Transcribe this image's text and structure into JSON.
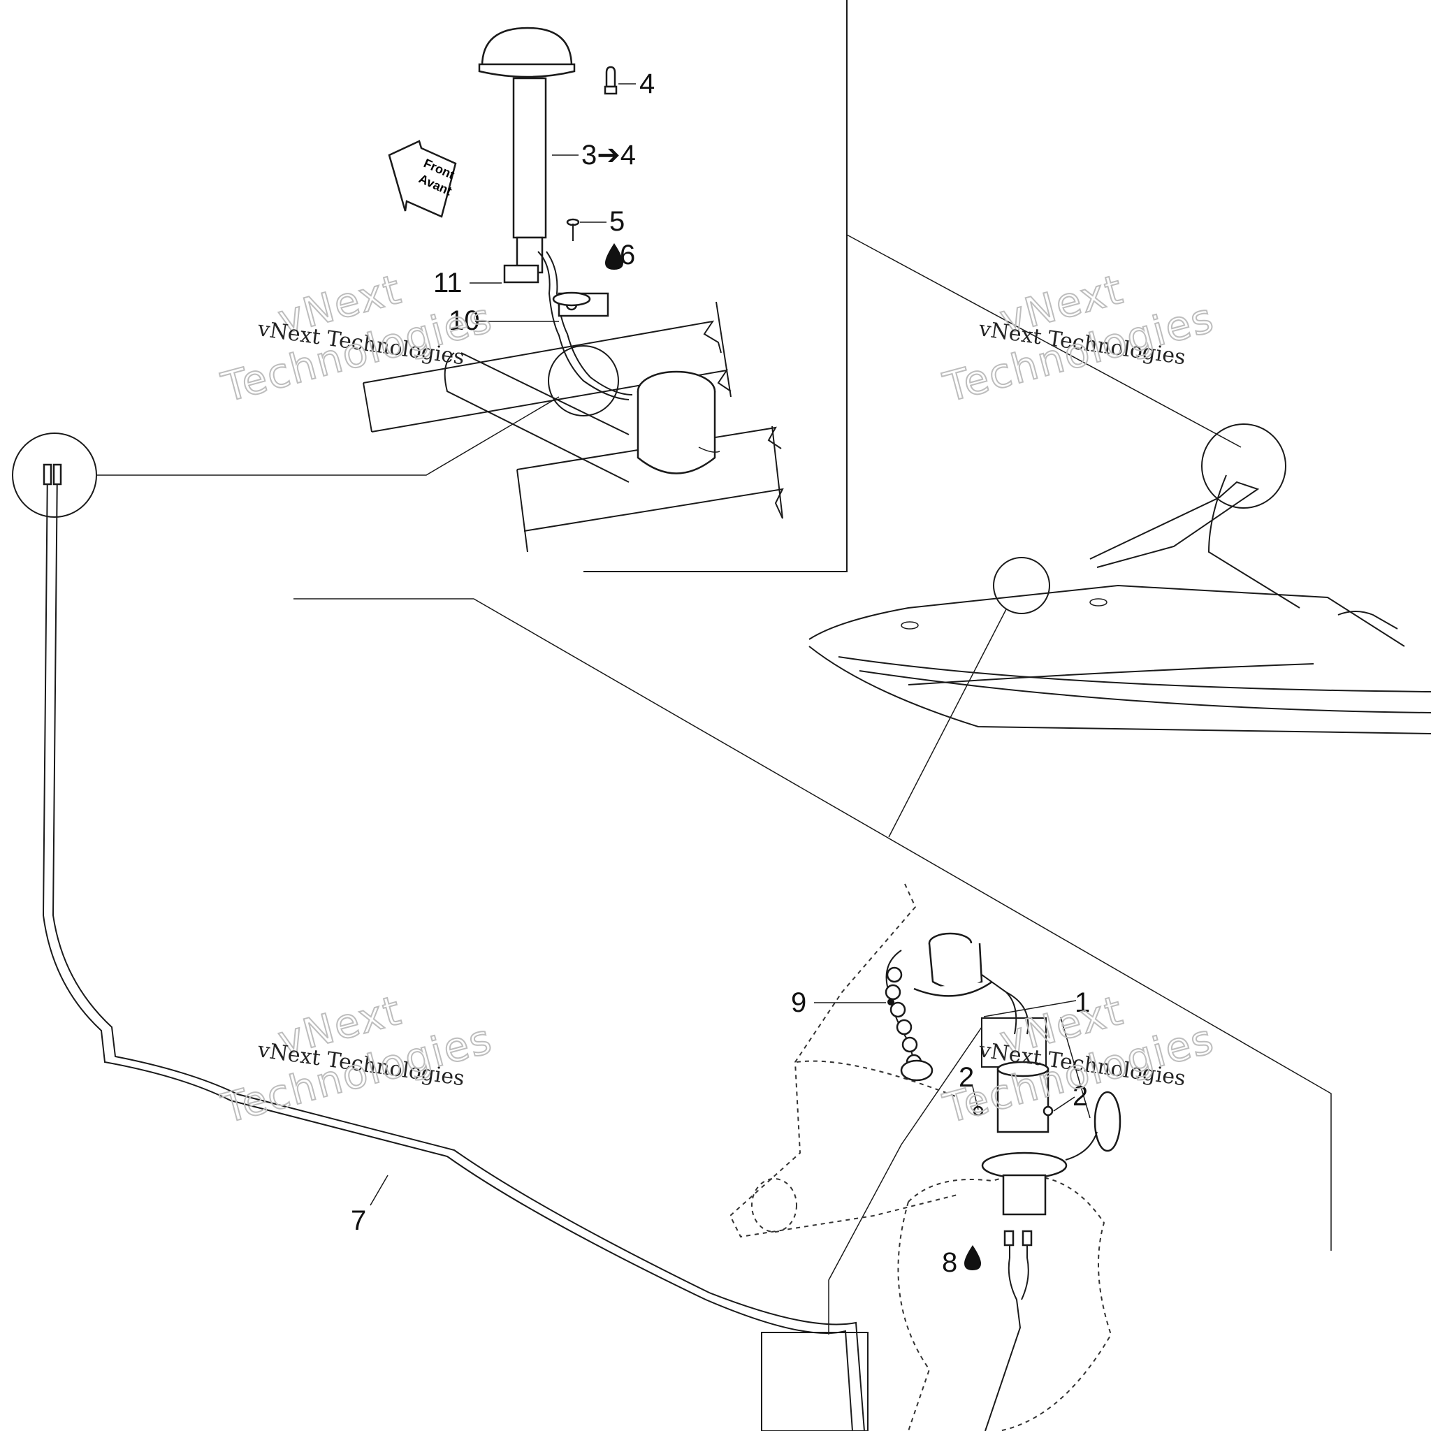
{
  "callouts": {
    "c1": "1",
    "c2a": "2",
    "c2b": "2",
    "c3": "3➔4",
    "c4": "4",
    "c5": "5",
    "c6": "6",
    "c7": "7",
    "c8": "8",
    "c9": "9",
    "c10": "10",
    "c11": "11"
  },
  "direction_arrow": {
    "line1": "Front",
    "line2": "Avant"
  },
  "watermark": {
    "brand": "vNext",
    "word": "Technologies",
    "full": "vNext Technologies"
  }
}
